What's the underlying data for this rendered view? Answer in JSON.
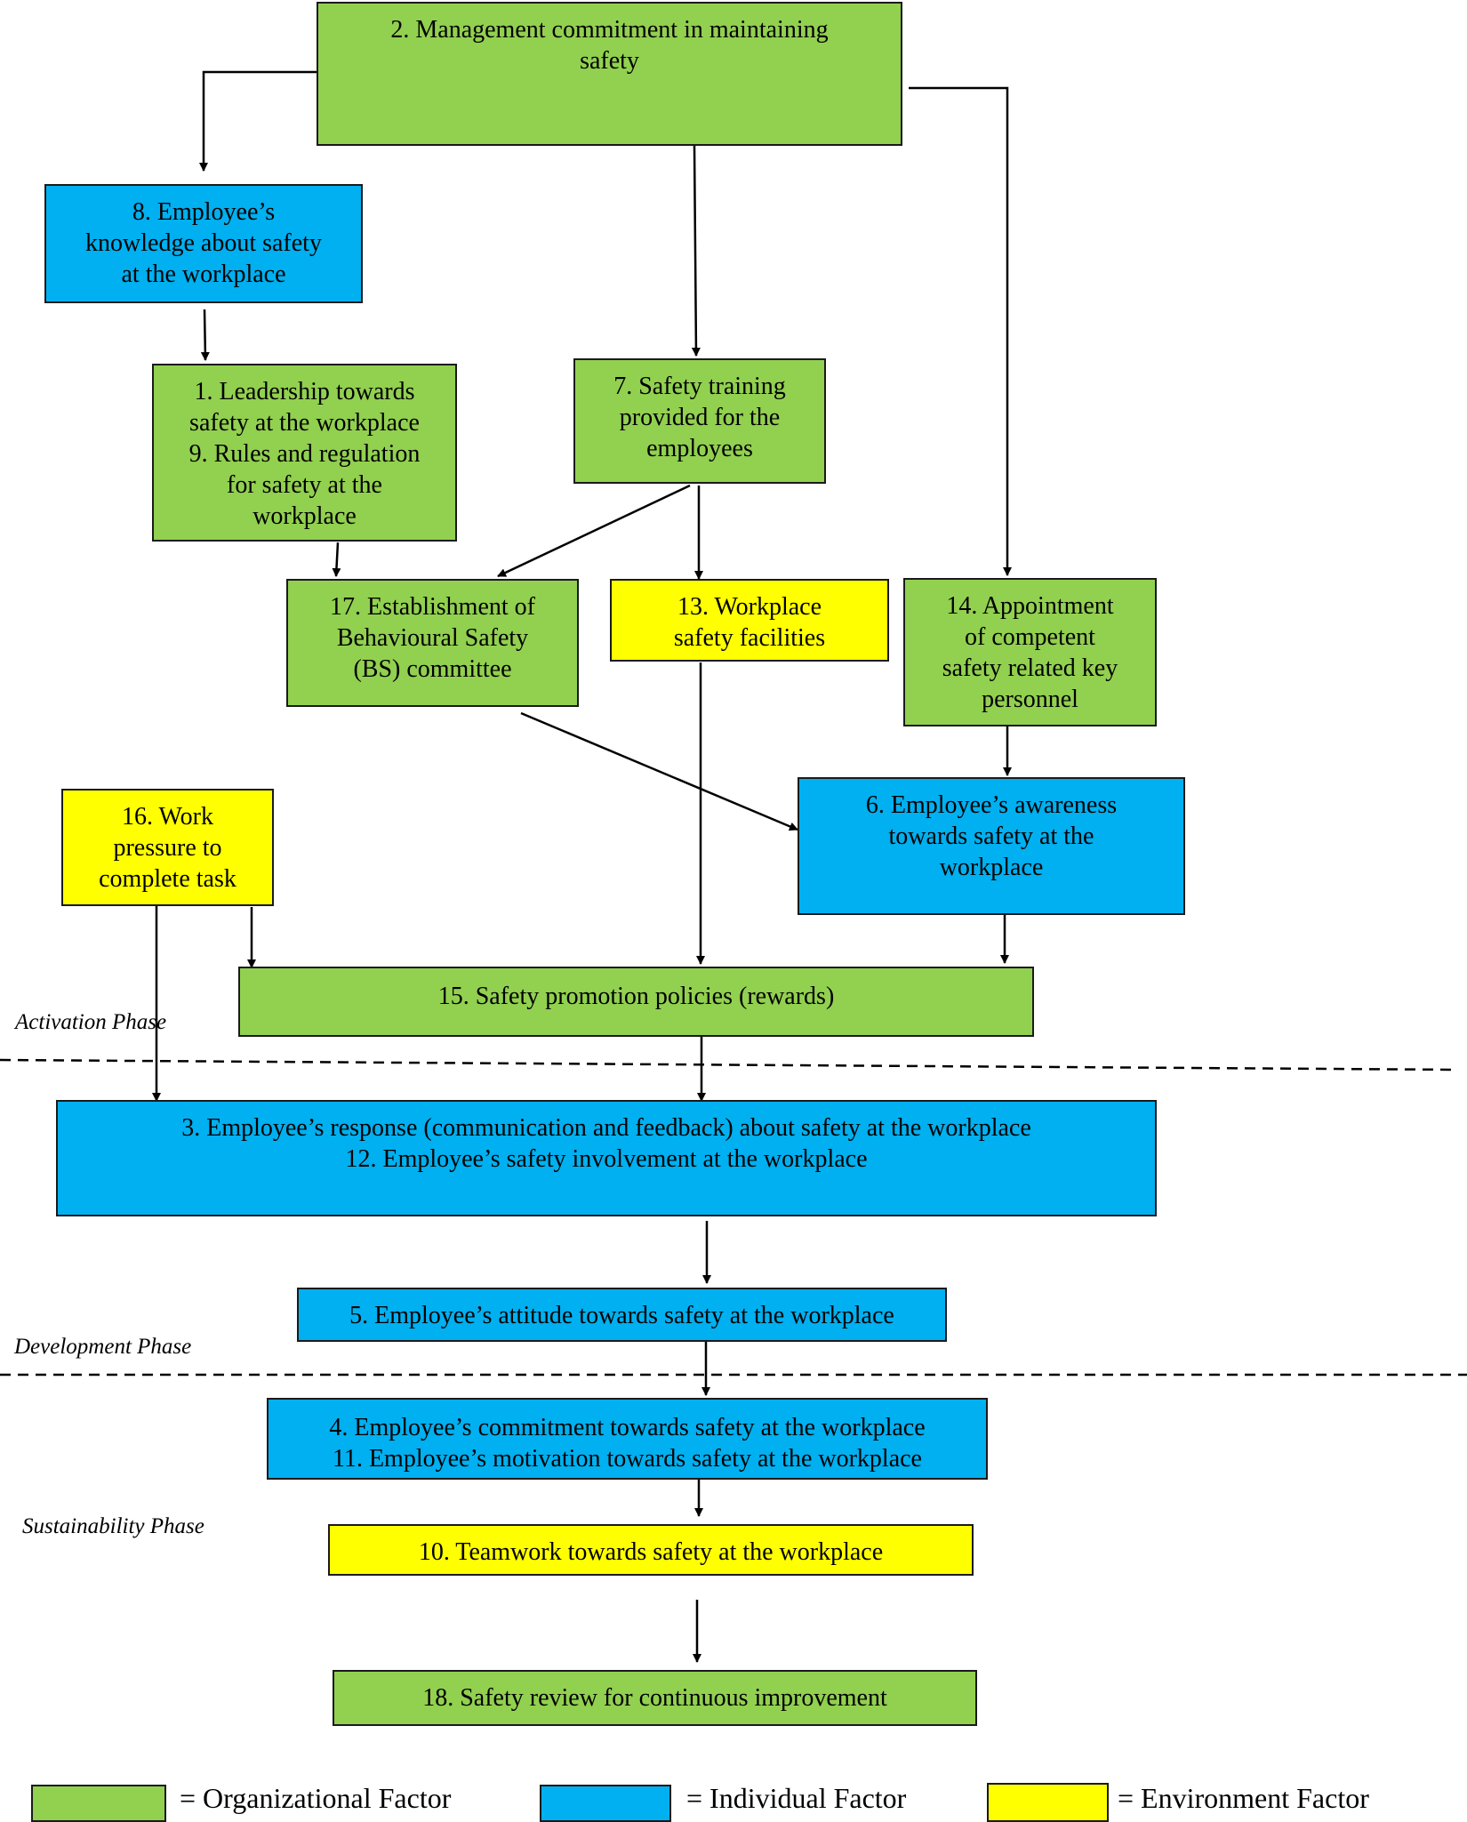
{
  "colors": {
    "organizational": "#92d050",
    "individual": "#00b0f0",
    "environment": "#ffff00"
  },
  "nodes": {
    "n2": {
      "lines": [
        "2. Management commitment in maintaining",
        "safety"
      ]
    },
    "n8": {
      "lines": [
        "8. Employee’s",
        "knowledge about safety",
        "at the workplace"
      ]
    },
    "n1_9": {
      "lines": [
        "1. Leadership towards",
        "safety at the workplace",
        "9. Rules and regulation",
        "for safety at the",
        "workplace"
      ]
    },
    "n7": {
      "lines": [
        "7. Safety training",
        "provided for the",
        "employees"
      ]
    },
    "n17": {
      "lines": [
        "17. Establishment of",
        "Behavioural Safety",
        "(BS) committee"
      ]
    },
    "n13": {
      "lines": [
        "13. Workplace",
        "safety facilities"
      ]
    },
    "n14": {
      "lines": [
        "14. Appointment",
        "of competent",
        "safety related key",
        "personnel"
      ]
    },
    "n6": {
      "lines": [
        "6. Employee’s awareness",
        "towards safety at the",
        "workplace"
      ]
    },
    "n16": {
      "lines": [
        "16. Work",
        "pressure to",
        "complete task"
      ]
    },
    "n15": {
      "lines": [
        "15. Safety promotion policies (rewards)"
      ]
    },
    "n3_12": {
      "lines": [
        "3. Employee’s response (communication and feedback) about safety at the workplace",
        "12. Employee’s safety involvement at the workplace"
      ]
    },
    "n5": {
      "lines": [
        "5. Employee’s attitude towards safety at the workplace"
      ]
    },
    "n4_11": {
      "lines": [
        "4. Employee’s commitment towards safety at the workplace",
        "11. Employee’s motivation towards safety at the workplace"
      ]
    },
    "n10": {
      "lines": [
        "10. Teamwork towards safety at the workplace"
      ]
    },
    "n18": {
      "lines": [
        "18. Safety review for continuous improvement"
      ]
    }
  },
  "phases": {
    "activation": "Activation Phase",
    "development": "Development Phase",
    "sustainability": "Sustainability Phase"
  },
  "legend": {
    "organizational": "= Organizational Factor",
    "individual": "= Individual Factor",
    "environment": "= Environment Factor"
  }
}
